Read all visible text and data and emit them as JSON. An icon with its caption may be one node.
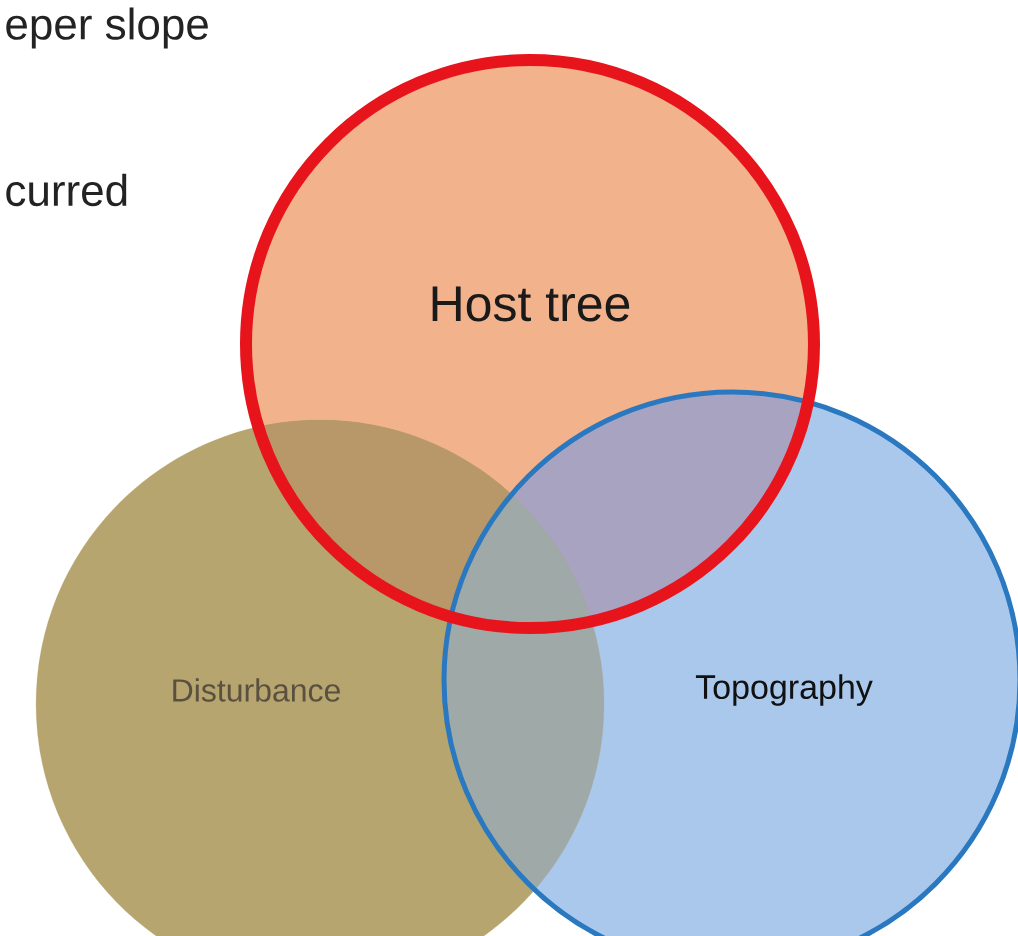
{
  "diagram": {
    "nodes": [
      {
        "text": [
          "Host tree"
        ]
      },
      {
        "text": [
          "Disturbance"
        ]
      },
      {
        "text": [
          "Topography"
        ]
      }
    ],
    "labels": [
      "eper slope",
      "curred"
    ]
  }
}
